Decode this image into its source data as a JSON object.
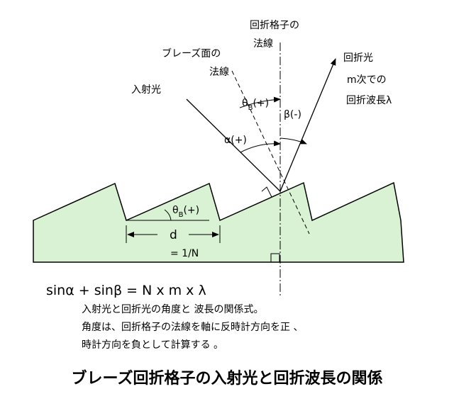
{
  "labels": {
    "grating_normal": [
      "回折格子の",
      "法線"
    ],
    "blaze_normal": [
      "ブレーズ面の",
      "法線"
    ],
    "incident": "入射光",
    "diffracted": [
      "回折光",
      "m次での",
      "回折波長λ"
    ],
    "theta_b_top": {
      "sym": "θ",
      "sub": "B",
      "sign": "(+)"
    },
    "theta_b_facet": {
      "sym": "θ",
      "sub": "B",
      "sign": "(+)"
    },
    "beta": "β(-)",
    "alpha": "α(+)",
    "d": "d",
    "d_value": "= 1/N"
  },
  "equation": "sinα + sinβ = N x m x λ",
  "caption": [
    "入射光と回折光の角度と 波長の関係式。",
    "角度は、回折格子の法線を軸に反時計方向を正 、",
    "時計方向を負として計算する 。"
  ],
  "title": "ブレーズ回折格子の入射光と回折波長の関係",
  "colors": {
    "grating_fill": "#d9f2d3",
    "stroke": "#000000",
    "background": "#ffffff"
  }
}
